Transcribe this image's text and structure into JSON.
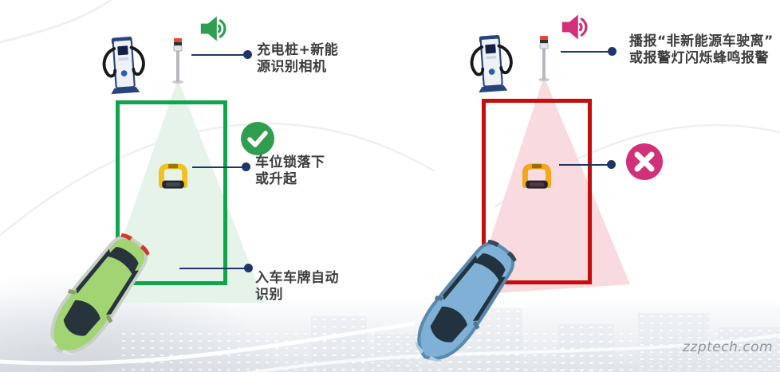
{
  "watermark": "zzptech.com",
  "colors": {
    "green": "#12a44d",
    "green_icon": "#2f9e4e",
    "green_cone": "#e5f2e7",
    "red": "#c50d0d",
    "pink": "#d23079",
    "pink_cone": "#f9d8dd",
    "navy": "#1d3569",
    "text_col": "#3c3c3c",
    "watermark_col": "#90969c"
  },
  "icons": {
    "left_speaker": "speaker-icon",
    "right_speaker": "speaker-icon",
    "left_status": "check-circle-icon",
    "right_status": "cross-circle-icon",
    "charging_pile": "ev-charger-icon",
    "camera_pole": "camera-pole-icon",
    "parking_lock": "parking-lock-icon",
    "left_car": "green-car-top-view",
    "right_car": "blue-car-top-view"
  },
  "left_scene": {
    "camera_label": {
      "line1": "充电桩+新能",
      "line2": "源识别相机"
    },
    "lock_label": {
      "line1": "车位锁落下",
      "line2": "或升起"
    },
    "plate_label": {
      "line1": "入车车牌自动",
      "line2": "识别"
    }
  },
  "right_scene": {
    "alert_label": {
      "line1": "播报“非新能源车驶离”",
      "line2": "或报警灯闪烁蜂鸣报警"
    }
  }
}
